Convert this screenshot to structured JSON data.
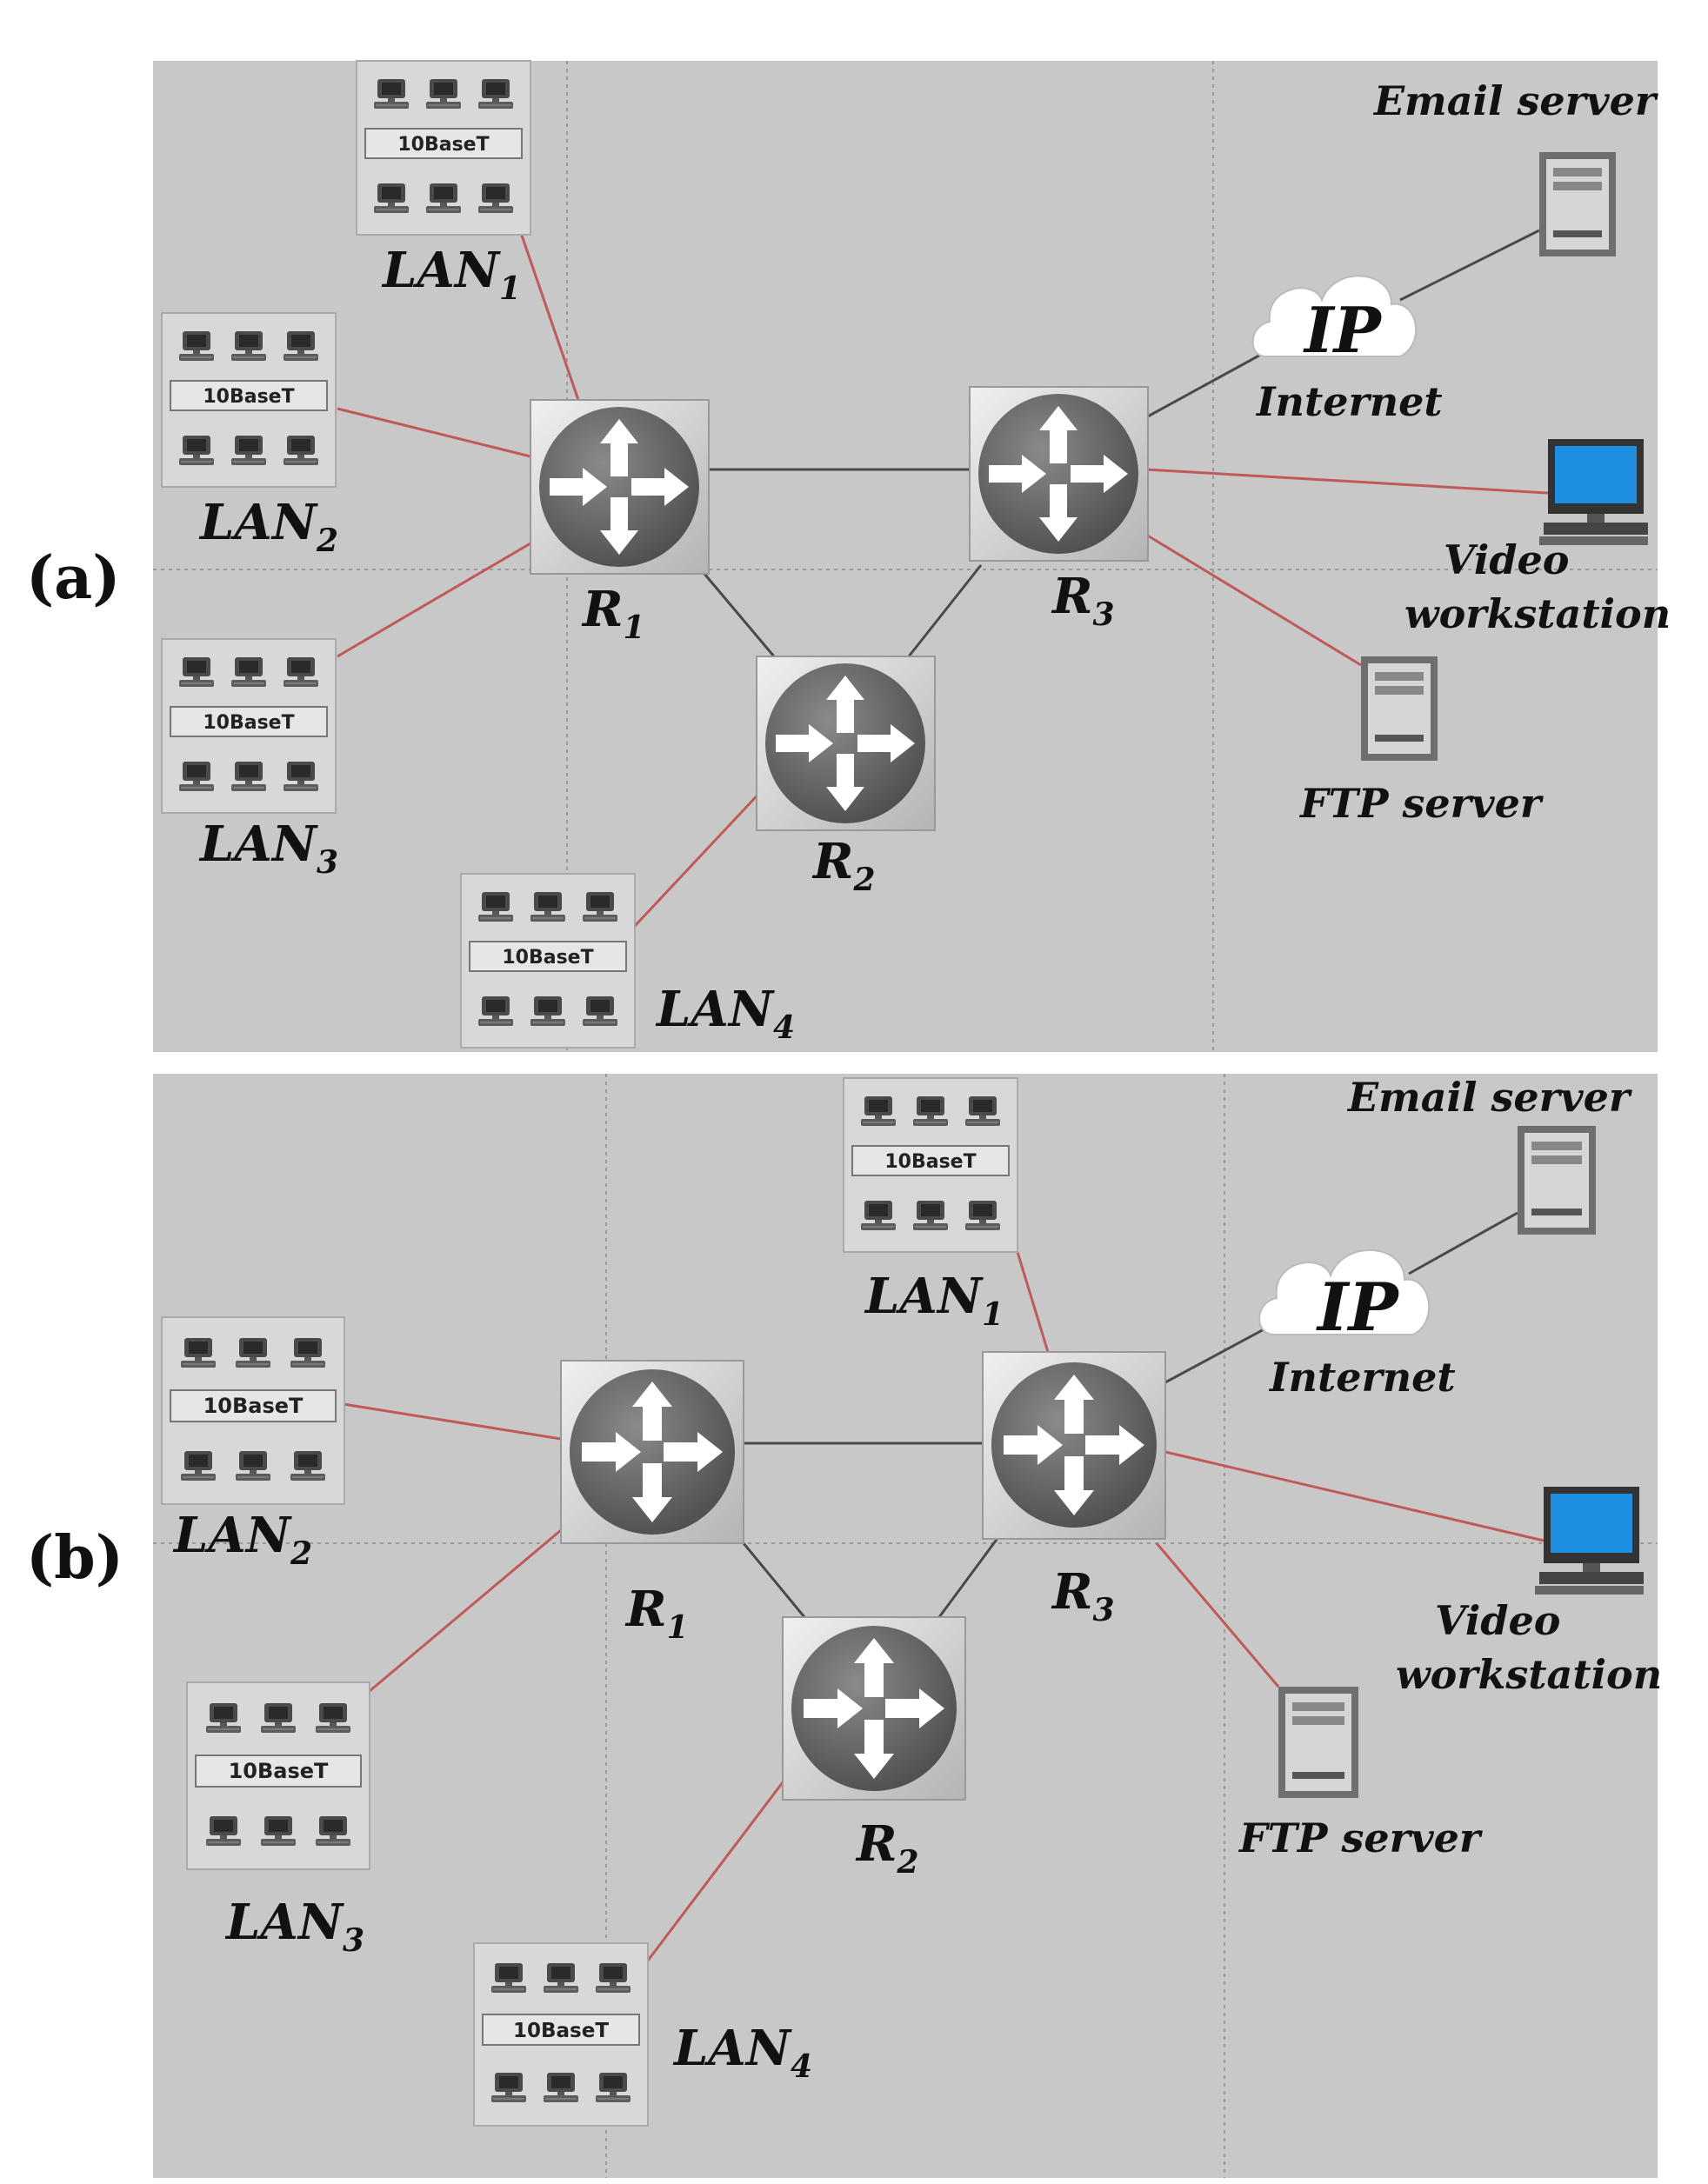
{
  "panels": [
    {
      "label": "(a)",
      "lans": [
        {
          "name": "LAN",
          "sub": "1",
          "hub": "10BaseT"
        },
        {
          "name": "LAN",
          "sub": "2",
          "hub": "10BaseT"
        },
        {
          "name": "LAN",
          "sub": "3",
          "hub": "10BaseT"
        },
        {
          "name": "LAN",
          "sub": "4",
          "hub": "10BaseT"
        }
      ],
      "routers": [
        {
          "name": "R",
          "sub": "1"
        },
        {
          "name": "R",
          "sub": "2"
        },
        {
          "name": "R",
          "sub": "3"
        }
      ],
      "cloud": {
        "text": "IP",
        "label": "Internet"
      },
      "email": "Email server",
      "video": [
        "Video",
        "workstation"
      ],
      "ftp": "FTP server"
    },
    {
      "label": "(b)",
      "lans": [
        {
          "name": "LAN",
          "sub": "1",
          "hub": "10BaseT"
        },
        {
          "name": "LAN",
          "sub": "2",
          "hub": "10BaseT"
        },
        {
          "name": "LAN",
          "sub": "3",
          "hub": "10BaseT"
        },
        {
          "name": "LAN",
          "sub": "4",
          "hub": "10BaseT"
        }
      ],
      "routers": [
        {
          "name": "R",
          "sub": "1"
        },
        {
          "name": "R",
          "sub": "2"
        },
        {
          "name": "R",
          "sub": "3"
        }
      ],
      "cloud": {
        "text": "IP",
        "label": "Internet"
      },
      "email": "Email server",
      "video": [
        "Video",
        "workstation"
      ],
      "ftp": "FTP server"
    }
  ]
}
